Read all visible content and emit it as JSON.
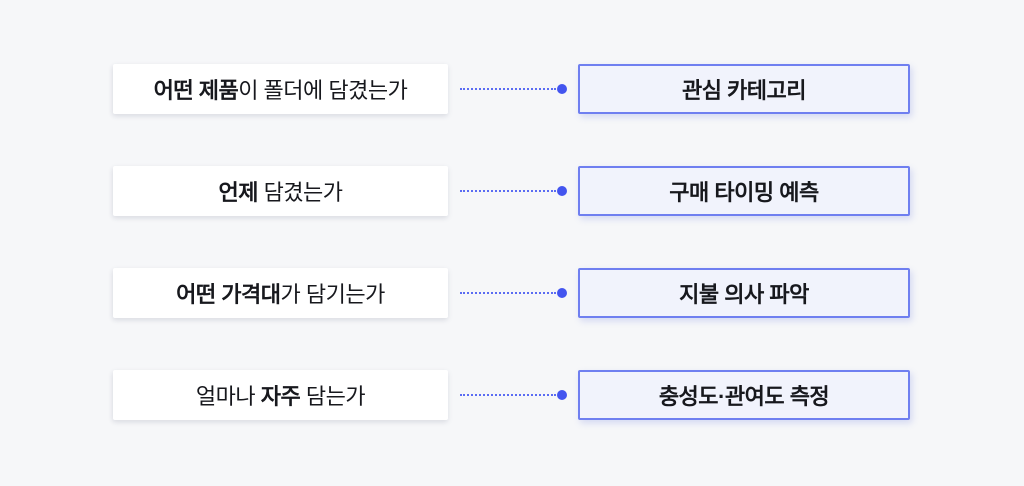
{
  "colors": {
    "page-bg": "#f6f7f9",
    "text": "#17181d",
    "left-box-bg": "#ffffff",
    "right-box-bg": "#f1f3fc",
    "right-box-border": "#6f7ff0",
    "connector": "#5b6cf3",
    "dot": "#4355ef"
  },
  "rows": [
    {
      "question": {
        "pre": "",
        "bold": "어떤 제품",
        "post": "이 폴더에 담겼는가"
      },
      "insight": "관심 카테고리"
    },
    {
      "question": {
        "pre": "",
        "bold": "언제",
        "post": " 담겼는가"
      },
      "insight": "구매 타이밍 예측"
    },
    {
      "question": {
        "pre": "",
        "bold": "어떤 가격대",
        "post": "가 담기는가"
      },
      "insight": "지불 의사 파악"
    },
    {
      "question": {
        "pre": "얼마나 ",
        "bold": "자주",
        "post": " 담는가"
      },
      "insight": "충성도·관여도 측정"
    }
  ]
}
